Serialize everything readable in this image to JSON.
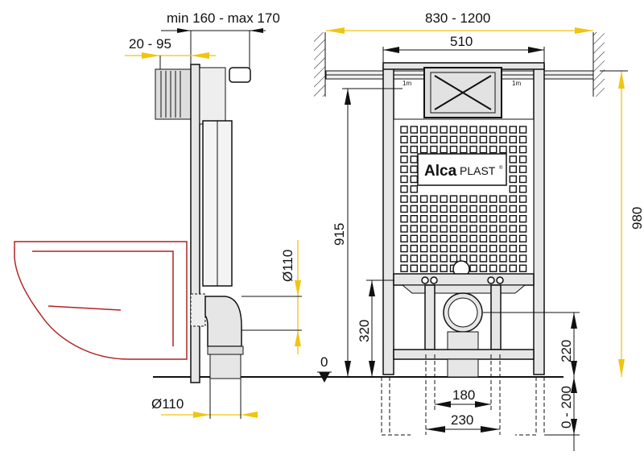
{
  "drawing": {
    "side_view": {
      "dim_depth": "min 160 - max 170",
      "dim_button_offset": "20 - 95",
      "dim_pipe_diameter_vertical": "Ø110",
      "dim_pipe_diameter_bottom": "Ø110"
    },
    "front_view": {
      "dim_wall_width": "830 - 1200",
      "dim_frame_width": "510",
      "dim_frame_height": "915",
      "dim_total_height": "980",
      "dim_outlet_height": "320",
      "dim_drain_height": "220",
      "dim_leg_extension": "0 - 200",
      "dim_bolt_inner": "180",
      "dim_bolt_outer": "230",
      "floor_level": "0",
      "level_mark_left": "1m",
      "level_mark_right": "1m"
    },
    "logo": {
      "brand_bold": "Alca",
      "brand_light": "PLAST",
      "registered": "®"
    }
  },
  "colors": {
    "accent_dimension": "#f1c40f",
    "toilet_outline": "#b22222",
    "frame_fill": "#e6e6e6"
  }
}
